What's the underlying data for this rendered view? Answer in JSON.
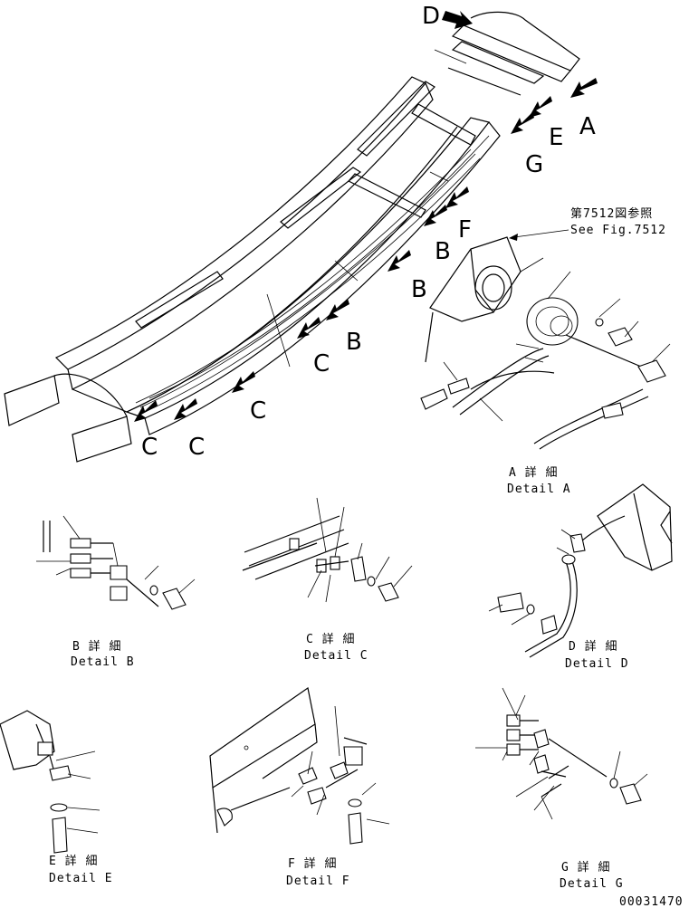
{
  "callouts": {
    "D": "D",
    "A": "A",
    "E": "E",
    "G": "G",
    "F": "F",
    "B1": "B",
    "B2": "B",
    "B3": "B",
    "C1": "C",
    "C2": "C",
    "C3": "C",
    "C4": "C"
  },
  "see_fig": {
    "ja": "第7512図参照",
    "en": "See Fig.7512"
  },
  "details": {
    "A": {
      "ja": "A 詳 細",
      "en": "Detail A"
    },
    "B": {
      "ja": "B 詳 細",
      "en": "Detail B"
    },
    "C": {
      "ja": "C 詳 細",
      "en": "Detail C"
    },
    "D": {
      "ja": "D 詳 細",
      "en": "Detail D"
    },
    "E": {
      "ja": "E 詳 細",
      "en": "Detail E"
    },
    "F": {
      "ja": "F 詳 細",
      "en": "Detail F"
    },
    "G": {
      "ja": "G 詳 細",
      "en": "Detail G"
    }
  },
  "drawing_number": "00031470"
}
